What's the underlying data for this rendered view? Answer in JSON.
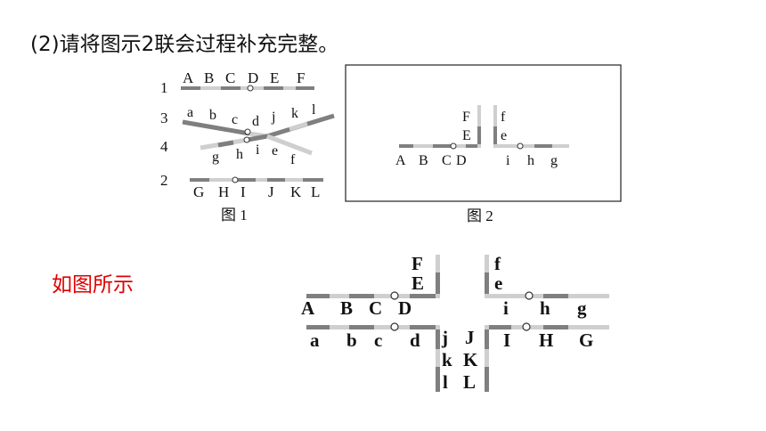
{
  "question": "(2)请将图示2联会过程补充完整。",
  "answer_label": "如图所示",
  "colors": {
    "dark": "#7f7f7f",
    "light": "#cfcfcf",
    "answer": "#e00000"
  },
  "fig1": {
    "caption": "图 1",
    "row_numbers": [
      "1",
      "3",
      "4",
      "2"
    ],
    "chrom1_letters": [
      "A",
      "B",
      "C",
      "D",
      "E",
      "F"
    ],
    "chrom3_letters": [
      "a",
      "b",
      "c",
      "d",
      "j",
      "k",
      "l"
    ],
    "chrom4_letters": [
      "g",
      "h",
      "i",
      "e",
      "f"
    ],
    "chrom2_letters": [
      "G",
      "H",
      "I",
      "J",
      "K",
      "L"
    ]
  },
  "fig2": {
    "caption": "图 2",
    "left_vertical": [
      "F",
      "E"
    ],
    "right_vertical": [
      "f",
      "e"
    ],
    "left_horizontal": [
      "A",
      "B",
      "C",
      "D"
    ],
    "right_horizontal": [
      "i",
      "h",
      "g"
    ]
  },
  "answer_fig": {
    "top_left_vertical": [
      "F",
      "E"
    ],
    "top_right_vertical": [
      "f",
      "e"
    ],
    "top_left_horizontal": [
      "A",
      "B",
      "C",
      "D"
    ],
    "top_right_horizontal": [
      "i",
      "h",
      "g"
    ],
    "bottom_left_horizontal": [
      "a",
      "b",
      "c",
      "d"
    ],
    "bottom_right_horizontal": [
      "I",
      "H",
      "G"
    ],
    "bottom_left_vertical": [
      "j",
      "k",
      "l"
    ],
    "bottom_right_vertical": [
      "J",
      "K",
      "L"
    ]
  }
}
